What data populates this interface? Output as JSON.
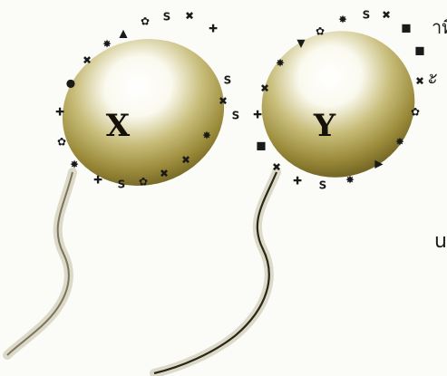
{
  "cells": [
    {
      "label": "X",
      "membrane_color": "#8a7a2c",
      "highlight_color": "#ffffff"
    },
    {
      "label": "Y",
      "membrane_color": "#8a7a2c",
      "highlight_color": "#ffffff"
    }
  ],
  "surface_marker_text": "S",
  "side_text": {
    "line1": "าที่",
    "line2": "ั้",
    "line3": "u"
  },
  "colors": {
    "background": "#fbfbf8",
    "marker": "#1a1a1a",
    "tail": "#6f6a50"
  }
}
